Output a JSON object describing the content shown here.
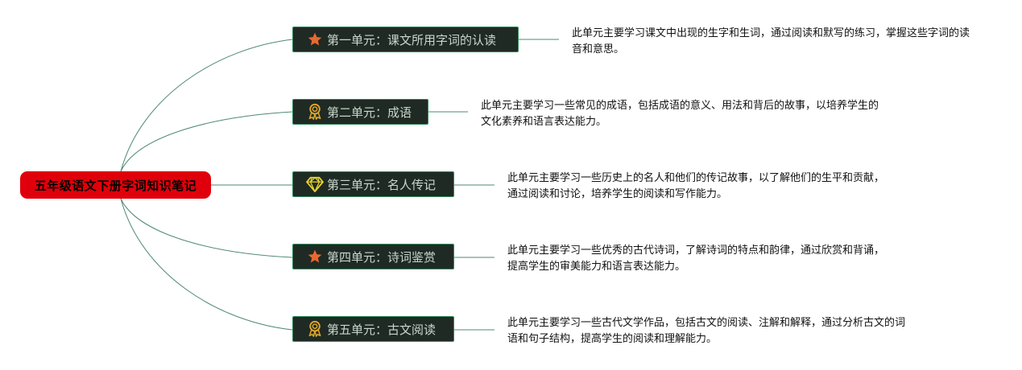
{
  "root": {
    "title": "五年级语文下册字词知识笔记"
  },
  "units": [
    {
      "icon": "star-icon",
      "label": "第一单元：课文所用字词的认读",
      "desc": "此单元主要学习课文中出现的生字和生词，通过阅读和默写的练习，掌握这些字词的读音和意思。"
    },
    {
      "icon": "award-ribbon-icon",
      "label": "第二单元：成语",
      "desc": "此单元主要学习一些常见的成语，包括成语的意义、用法和背后的故事，以培养学生的文化素养和语言表达能力。"
    },
    {
      "icon": "diamond-icon",
      "label": "第三单元：名人传记",
      "desc": "此单元主要学习一些历史上的名人和他们的传记故事，以了解他们的生平和贡献，通过阅读和讨论，培养学生的阅读和写作能力。"
    },
    {
      "icon": "star-icon",
      "label": "第四单元：诗词鉴赏",
      "desc": "此单元主要学习一些优秀的古代诗词，了解诗词的特点和韵律，通过欣赏和背诵，提高学生的审美能力和语言表达能力。"
    },
    {
      "icon": "award-ribbon-icon",
      "label": "第五单元：古文阅读",
      "desc": "此单元主要学习一些古代文学作品，包括古文的阅读、注解和解释，通过分析古文的词语和句子结构，提高学生的阅读和理解能力。"
    }
  ],
  "colors": {
    "root_bg": "#e0000b",
    "unit_bg": "#1f2a24",
    "unit_border": "#2f8a5a",
    "unit_text": "#c8d6cc",
    "connector": "#4f8a70",
    "star": "#e8692e",
    "award": "#e0a72a",
    "diamond": "#e8d22a"
  }
}
